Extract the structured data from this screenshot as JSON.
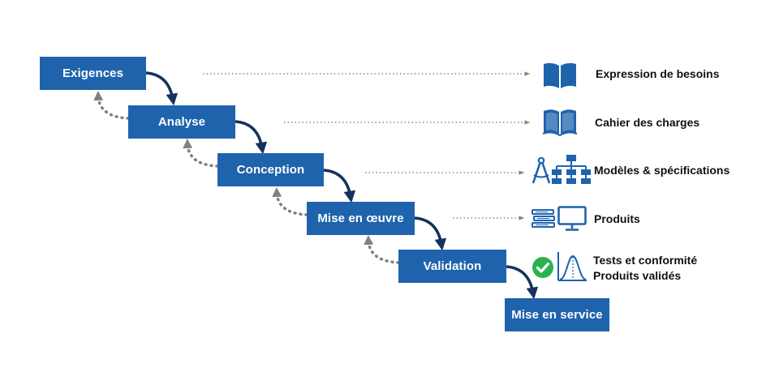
{
  "colors": {
    "stage_fill": "#1f63ad",
    "forward_arrow": "#14325e",
    "dotted_arrow": "#808080",
    "icon_blue": "#1f63ad",
    "check_green": "#2bb24c"
  },
  "stages": [
    {
      "label": "Exigences"
    },
    {
      "label": "Analyse"
    },
    {
      "label": "Conception"
    },
    {
      "label": "Mise en œuvre"
    },
    {
      "label": "Validation"
    },
    {
      "label": "Mise en service"
    }
  ],
  "artifacts": [
    {
      "lines": [
        "Expression de besoins"
      ],
      "icons": [
        "open-book-icon"
      ]
    },
    {
      "lines": [
        "Cahier des charges"
      ],
      "icons": [
        "book-icon"
      ]
    },
    {
      "lines": [
        "Modèles & spécifications"
      ],
      "icons": [
        "compass-icon",
        "org-chart-icon"
      ]
    },
    {
      "lines": [
        "Produits"
      ],
      "icons": [
        "stacked-books-icon",
        "monitor-icon"
      ]
    },
    {
      "lines": [
        "Tests et conformité",
        "Produits validés"
      ],
      "icons": [
        "check-icon",
        "bell-curve-icon"
      ]
    }
  ]
}
